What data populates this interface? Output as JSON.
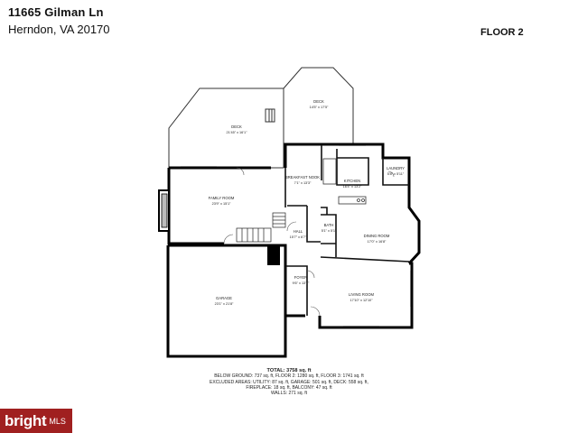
{
  "header": {
    "address_line1": "11665 Gilman Ln",
    "address_line2": "Herndon, VA 20170",
    "floor_label": "FLOOR 2"
  },
  "rooms": {
    "deck_left": {
      "name": "DECK",
      "dims": "21'45\" x 16'1\""
    },
    "deck_right": {
      "name": "DECK",
      "dims": "14'5\" x 17'5\""
    },
    "breakfast_nook": {
      "name": "BREAKFAST NOOK",
      "dims": "7'1\" x 13'3\""
    },
    "kitchen": {
      "name": "KITCHEN",
      "dims": "16'4\" x 13'2\""
    },
    "laundry": {
      "name": "LAUNDRY",
      "dims": "5'8\" x 5'11\""
    },
    "family_room": {
      "name": "FAMILY ROOM",
      "dims": "23'9\" x 15'1\""
    },
    "bath": {
      "name": "BATH",
      "dims": "5'1\" x 5'1\""
    },
    "dining_room": {
      "name": "DINING ROOM",
      "dims": "17'0\" x 16'8\""
    },
    "hall": {
      "name": "HALL",
      "dims": "15'7\" x 6'7\""
    },
    "garage": {
      "name": "GARAGE",
      "dims": "23'1\" x 21'8\""
    },
    "foyer": {
      "name": "FOYER",
      "dims": "9'6\" x 13'7\""
    },
    "living_room": {
      "name": "LIVING ROOM",
      "dims": "17'10\" x 12'10\""
    }
  },
  "totals": {
    "total": "TOTAL: 3758 sq. ft",
    "line1": "BELOW GROUND: 737 sq. ft, FLOOR 2: 1280 sq. ft, FLOOR 3: 1741 sq. ft",
    "line2": "EXCLUDED AREAS: UTILITY: 87 sq. ft, GARAGE: 501 sq. ft, DECK: 558 sq. ft,",
    "line3": "FIREPLACE: 18 sq. ft, BALCONY: 47 sq. ft",
    "line4": "WALLS: 271 sq. ft"
  },
  "logo": {
    "brand": "bright",
    "suffix": "MLS"
  }
}
